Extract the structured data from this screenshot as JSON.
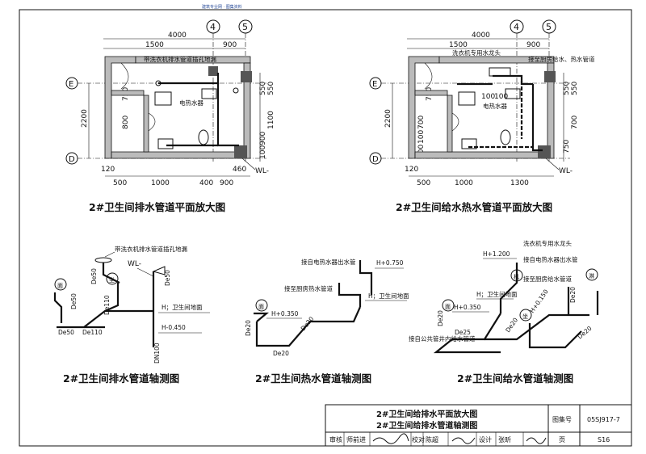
{
  "header_note": "建筑专业网 · 图集资料",
  "plans": {
    "drain": {
      "title": "2#卫生间排水管道平面放大图",
      "axes": {
        "col1": "4",
        "col2": "5",
        "row1": "E",
        "row2": "D"
      },
      "top_dims": {
        "overall": "4000",
        "a": "1500",
        "b": "900"
      },
      "left_dim": "2200",
      "left_inner": [
        "750",
        "800"
      ],
      "right_dims": [
        "550",
        "550",
        "1100",
        "900",
        "100"
      ],
      "bottom_dims": [
        "120",
        "500",
        "1000",
        "400",
        "900",
        "460"
      ],
      "labels": {
        "floor_drain": "带洗衣机排水管道插孔地漏",
        "heater": "电热水器",
        "wl": "WL-"
      }
    },
    "supply": {
      "title": "2#卫生间给水热水管道平面放大图",
      "axes": {
        "col1": "4",
        "col2": "5",
        "row1": "E",
        "row2": "D"
      },
      "top_dims": {
        "overall": "4000",
        "a": "1500",
        "b": "900"
      },
      "left_dim": "2200",
      "left_inner": [
        "300",
        "100",
        "700",
        "750"
      ],
      "right_dims": [
        "550",
        "550",
        "700",
        "750"
      ],
      "bottom_dims": [
        "120",
        "500",
        "1000",
        "1300"
      ],
      "inner_dims": [
        "100",
        "100"
      ],
      "labels": {
        "washer_tap": "洗衣机专用水龙头",
        "kitchen": "接至厨房给水、热水管道",
        "heater": "电热水器",
        "wl": "WL-"
      }
    }
  },
  "iso": {
    "drain": {
      "title": "2#卫生间排水管道轴测图",
      "labels": {
        "floor_drain": "带洗衣机排水管道插孔地漏",
        "wl": "WL-",
        "floor": "H；卫生间地面",
        "h_low": "H-0.450",
        "de50a": "De50",
        "de50b": "De50",
        "de50c": "De50",
        "de110a": "De110",
        "de110b": "De110",
        "dn100": "DN100",
        "basin": "面",
        "toilet": "坐"
      }
    },
    "hot": {
      "title": "2#卫生间热水管道轴测图",
      "labels": {
        "from_heater": "接自电热水器出水管",
        "to_kitchen": "接至厨房热水管道",
        "h_750": "H+0.750",
        "h_350": "H+0.350",
        "floor": "H；卫生间地面",
        "de20a": "De20",
        "de20b": "De20",
        "de20c": "De20",
        "basin": "面"
      }
    },
    "cold": {
      "title": "2#卫生间给水管道轴测图",
      "labels": {
        "washer_tap": "洗衣机专用水龙头",
        "h_1200": "H+1.200",
        "to_heater": "接自电热水器出水管",
        "to_kitchen": "接至厨房给水管道",
        "floor": "H；卫生间地面",
        "h_350": "H+0.350",
        "h_150": "H+0.150",
        "from_public": "接自公共管井内给水管道",
        "de25": "De25",
        "de20a": "De20",
        "de20b": "De20",
        "de20c": "De20",
        "de20d": "De20",
        "washer": "机",
        "shower": "淋",
        "basin": "面",
        "toilet": "坐"
      }
    }
  },
  "title_block": {
    "title_line1": "2#卫生间给排水平面放大图",
    "title_line2": "2#卫生间给排水管道轴测图",
    "atlas_label": "图集号",
    "atlas_no": "05SJ917-7",
    "review": "审核",
    "review_name": "师前进",
    "check": "校对",
    "check_name": "陈超",
    "design": "设计",
    "design_name": "张昕",
    "page_label": "页",
    "page_no": "S16"
  }
}
